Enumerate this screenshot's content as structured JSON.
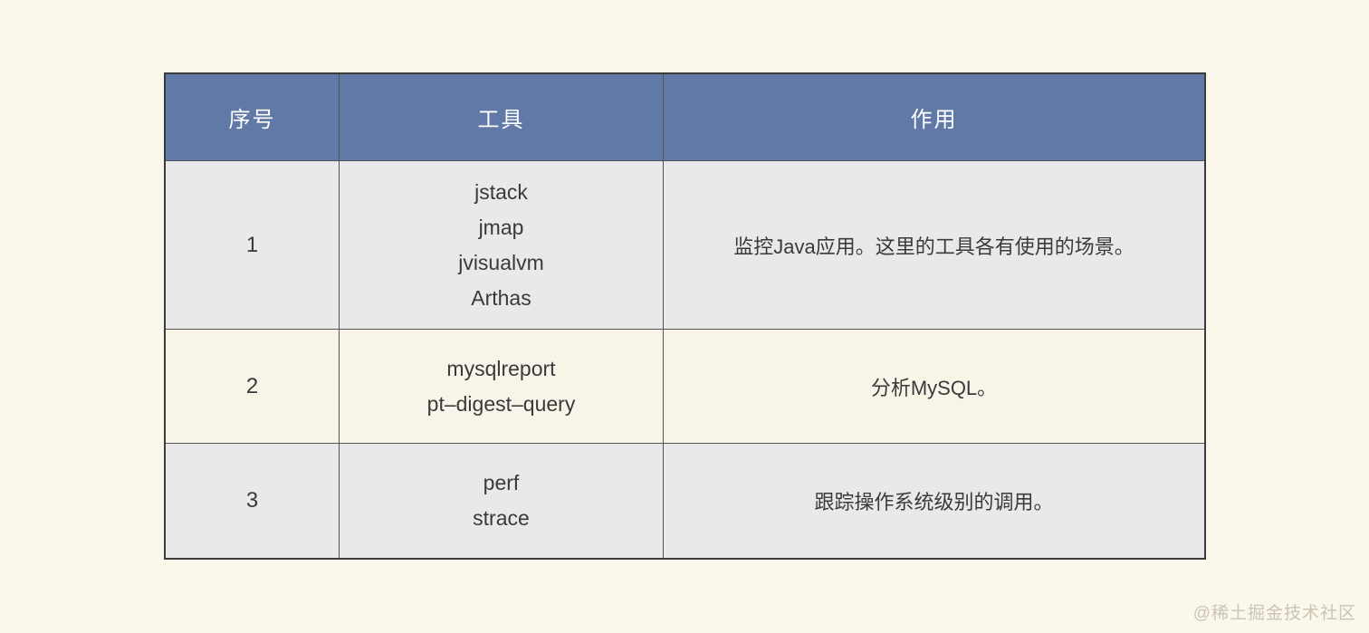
{
  "page": {
    "watermark": "@稀土掘金技术社区"
  },
  "colors": {
    "page_background": "#fbf7ea",
    "header_background": "#6079a6",
    "header_text": "#ffffff",
    "row_gray_background": "#e9e9eb",
    "row_cream_background": "#f8f4e8",
    "table_border": "#3b3b39",
    "inner_border": "#55534f",
    "body_text": "#3a3a3a",
    "watermark_text": "#c9c4b4"
  },
  "table": {
    "columns": [
      "序号",
      "工具",
      "作用"
    ],
    "rows": [
      {
        "id": "1",
        "tools": [
          "jstack",
          "jmap",
          "jvisualvm",
          "Arthas"
        ],
        "purpose": "监控Java应用。这里的工具各有使用的场景。"
      },
      {
        "id": "2",
        "tools": [
          "mysqlreport",
          "pt–digest–query"
        ],
        "purpose": "分析MySQL。"
      },
      {
        "id": "3",
        "tools": [
          "perf",
          "strace"
        ],
        "purpose": "跟踪操作系统级别的调用。"
      }
    ]
  }
}
